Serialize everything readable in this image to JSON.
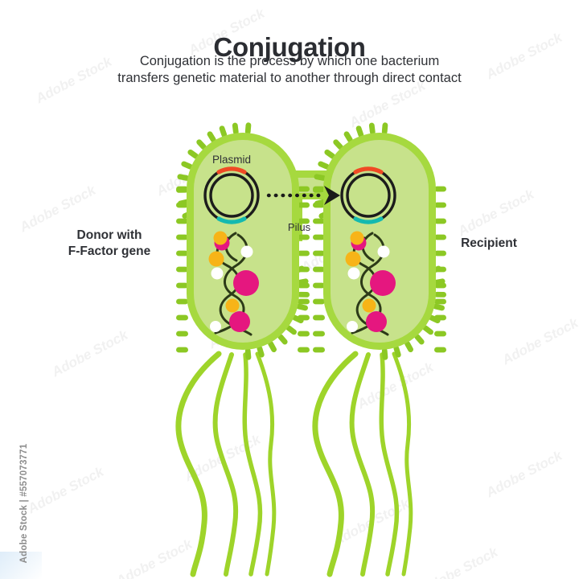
{
  "title": "Conjugation",
  "subtitle_line1": "Conjugation is the process by which one bacterium",
  "subtitle_line2": "transfers genetic material to another through direct contact",
  "labels": {
    "donor_line1": "Donor with",
    "donor_line2": "F-Factor gene",
    "recipient": "Recipient",
    "plasmid": "Plasmid",
    "pilus": "Pilus"
  },
  "watermark": {
    "id_text": "Adobe Stock | #557073771",
    "tile_text": "Adobe Stock"
  },
  "colors": {
    "background": "#ffffff",
    "title_text": "#2b2d32",
    "body_text": "#2f3136",
    "pili_green": "#8cc824",
    "membrane_green": "#a6d93f",
    "cytoplasm_green": "#c7e28b",
    "cytoplasm_inner": "#cfe69a",
    "flagella_green": "#9ed42a",
    "plasmid_ring": "#1c1c1c",
    "plasmid_top_arc": "#f04a24",
    "plasmid_bottom_arc": "#14b9b0",
    "dna_strand": "#2c3a18",
    "dna_dot_orange": "#f7b418",
    "dna_dot_white": "#ffffff",
    "dna_dot_magenta": "#e5177f",
    "arrow_dark": "#1a1a1a"
  },
  "figure": {
    "type": "biology-diagram",
    "subject": "bacterial conjugation",
    "cells": [
      {
        "role": "donor",
        "label": "Donor with F-Factor gene",
        "has_plasmid": true,
        "plasmid_label": "Plasmid",
        "flagella_count": 4,
        "dna_dots": {
          "orange": 3,
          "white": 3,
          "magenta": 2
        }
      },
      {
        "role": "recipient",
        "label": "Recipient",
        "has_plasmid": true,
        "plasmid_label": "",
        "flagella_count": 4,
        "dna_dots": {
          "orange": 3,
          "white": 3,
          "magenta": 2
        }
      }
    ],
    "connector": {
      "name": "pilus",
      "label": "Pilus",
      "transfer_arrow": "dotted-arrow-right",
      "direction": "donor-to-recipient"
    }
  }
}
